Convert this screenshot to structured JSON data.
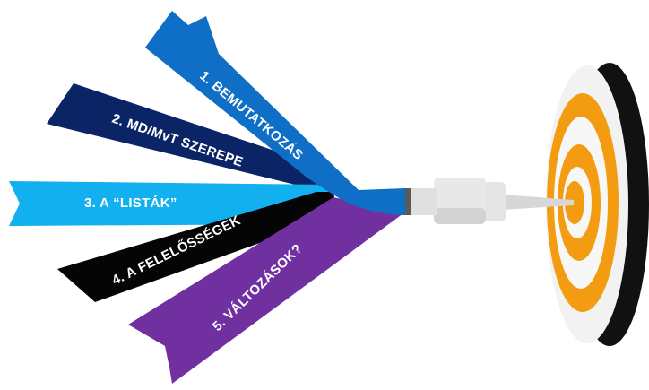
{
  "ribbons": [
    {
      "id": "bemutatkozas",
      "label": "1. BEMUTATKOZÁS",
      "color": "#0f6fc6"
    },
    {
      "id": "md-mvt",
      "label": "2. MD/MvT SZEREPE",
      "color": "#0b2466"
    },
    {
      "id": "listak",
      "label": "3. A “LISTÁK”",
      "color": "#12b0ee"
    },
    {
      "id": "felelossegek",
      "label": "4. A FELELŐSSÉGEK",
      "color": "#050505"
    },
    {
      "id": "valtozasok",
      "label": "5. VÁLTOZÁSOK?",
      "color": "#7030a0"
    }
  ],
  "target": {
    "ring_colors": [
      "#111111",
      "#f0f0f0",
      "#f39c12",
      "#f7f7f7",
      "#f39c12",
      "#f7f7f7",
      "#f39c12"
    ]
  },
  "dart": {
    "body_color": "#e4e4e4",
    "shaft_color": "#cfcfcf"
  }
}
